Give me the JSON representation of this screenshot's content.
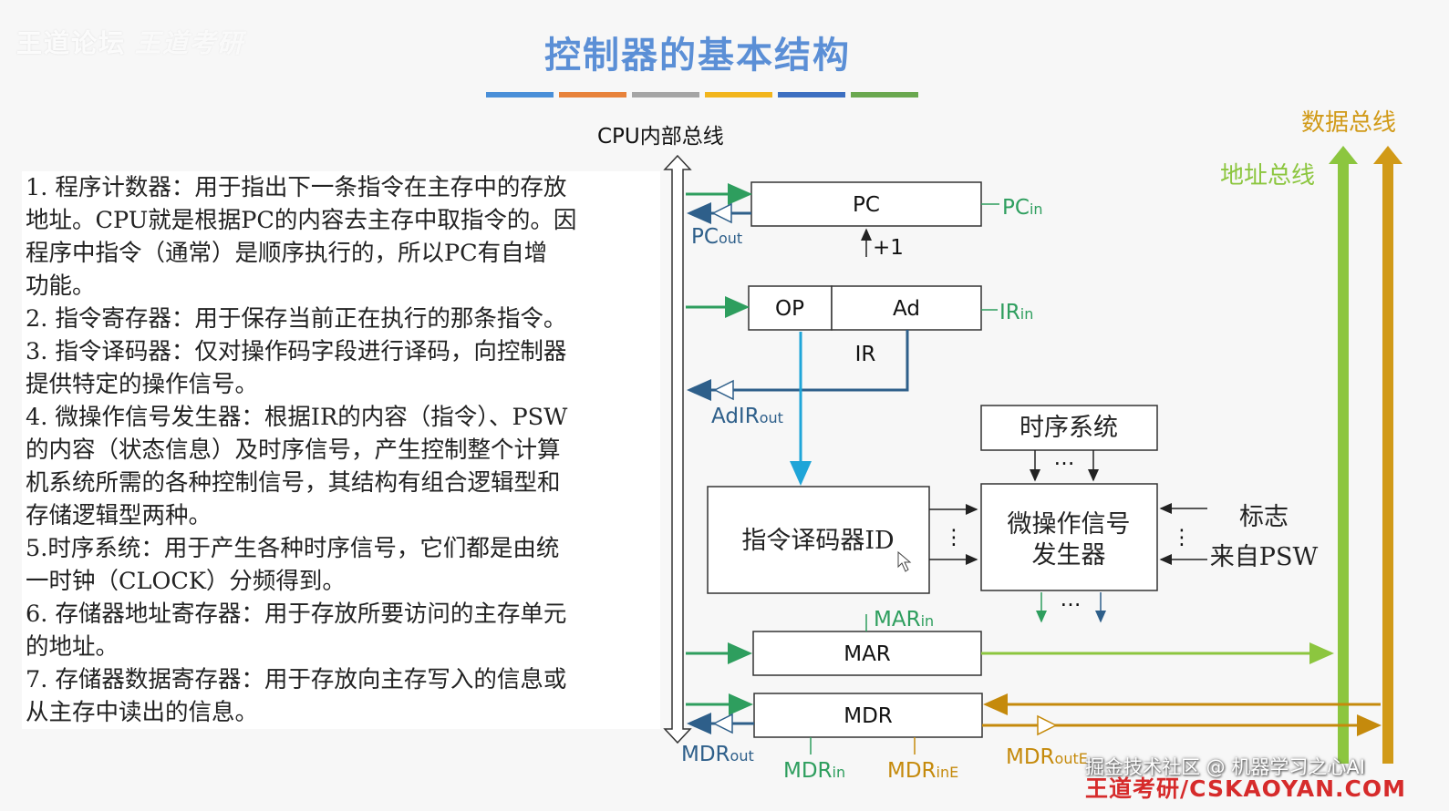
{
  "watermark": {
    "brand": "王道论坛",
    "logo": "王道考研"
  },
  "title": "控制器的基本结构",
  "title_bar_colors": [
    "#4a8fd8",
    "#e8823a",
    "#a5a5a5",
    "#f2b51c",
    "#3c6fc1",
    "#6aa84f"
  ],
  "paragraphs": [
    "1. 程序计数器：用于指出下一条指令在主存中的存放",
    "地址。CPU就是根据PC的内容去主存中取指令的。因",
    "程序中指令（通常）是顺序执行的，所以PC有自增",
    "功能。",
    "2. 指令寄存器：用于保存当前正在执行的那条指令。",
    "3. 指令译码器：仅对操作码字段进行译码，向控制器",
    "提供特定的操作信号。",
    "4. 微操作信号发生器：根据IR的内容（指令）、PSW",
    "的内容（状态信息）及时序信号，产生控制整个计算",
    "机系统所需的各种控制信号，其结构有组合逻辑型和",
    "存储逻辑型两种。",
    "5.时序系统：用于产生各种时序信号，它们都是由统",
    "一时钟（CLOCK）分频得到。",
    "6. 存储器地址寄存器：用于存放所要访问的主存单元",
    "的地址。",
    "7. 存储器数据寄存器：用于存放向主存写入的信息或",
    "从主存中读出的信息。"
  ],
  "diagram": {
    "cpu_bus_label": "CPU内部总线",
    "data_bus_label": "数据总线",
    "addr_bus_label": "地址总线",
    "pc": {
      "box": "PC",
      "in_main": "PC",
      "in_sub": "in",
      "out_main": "PC",
      "out_sub": "out",
      "inc": "+1"
    },
    "ir": {
      "op": "OP",
      "ad": "Ad",
      "name": "IR",
      "in_main": "IR",
      "in_sub": "in",
      "out_main": "AdIR",
      "out_sub": "out"
    },
    "timing": "时序系统",
    "decoder": "指令译码器ID",
    "micro_gen_line1": "微操作信号",
    "micro_gen_line2": "发生器",
    "flags_line1": "标志",
    "flags_line2": "来自PSW",
    "ellipsis": "…",
    "vdots": "⋮",
    "mar": {
      "box": "MAR",
      "in_main": "MAR",
      "in_sub": "in"
    },
    "mdr": {
      "box": "MDR",
      "out_main": "MDR",
      "out_sub": "out",
      "in_main": "MDR",
      "in_sub": "in",
      "ine_main": "MDR",
      "ine_sub": "inE",
      "oute_main": "MDR",
      "oute_sub": "outE"
    },
    "colors": {
      "green": "#2e9e5e",
      "blue": "#2e5f8a",
      "cyan": "#1fa5d8",
      "gold": "#c58a0c",
      "data_bus": "#d19a18",
      "addr_bus": "#8cc63f"
    }
  },
  "footer": {
    "watermark": "掘金技术社区 @ 机器学习之心AI",
    "site": "王道考研/CSKAOYAN.COM"
  }
}
